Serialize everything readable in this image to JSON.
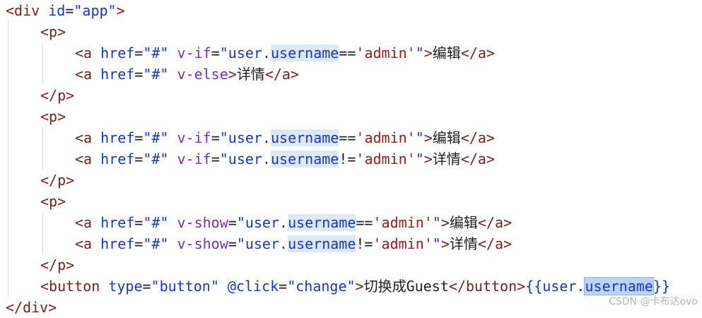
{
  "lines": [
    {
      "indent": 0,
      "segments": [
        {
          "t": "<div ",
          "c": "tag"
        },
        {
          "t": "id",
          "c": "attr"
        },
        {
          "t": "=",
          "c": "plain"
        },
        {
          "t": "\"app\"",
          "c": "str"
        },
        {
          "t": ">",
          "c": "tag"
        }
      ]
    },
    {
      "indent": 1,
      "segments": [
        {
          "t": "<p>",
          "c": "tag"
        }
      ]
    },
    {
      "indent": 2,
      "segments": [
        {
          "t": "<a ",
          "c": "tag"
        },
        {
          "t": "href",
          "c": "attr"
        },
        {
          "t": "=",
          "c": "plain"
        },
        {
          "t": "\"#\"",
          "c": "str"
        },
        {
          "t": " ",
          "c": "plain"
        },
        {
          "t": "v-if",
          "c": "dir"
        },
        {
          "t": "=",
          "c": "plain"
        },
        {
          "t": "\"user.",
          "c": "str"
        },
        {
          "t": "username",
          "c": "str",
          "hl": true
        },
        {
          "t": "==",
          "c": "plain"
        },
        {
          "t": "'admin'",
          "c": "sstr"
        },
        {
          "t": "\"",
          "c": "str"
        },
        {
          "t": ">",
          "c": "tag"
        },
        {
          "t": "编辑",
          "c": "plain"
        },
        {
          "t": "</a>",
          "c": "tag"
        }
      ]
    },
    {
      "indent": 2,
      "segments": [
        {
          "t": "<a ",
          "c": "tag"
        },
        {
          "t": "href",
          "c": "attr"
        },
        {
          "t": "=",
          "c": "plain"
        },
        {
          "t": "\"#\"",
          "c": "str"
        },
        {
          "t": " ",
          "c": "plain"
        },
        {
          "t": "v-else",
          "c": "dir"
        },
        {
          "t": ">",
          "c": "tag"
        },
        {
          "t": "详情",
          "c": "plain"
        },
        {
          "t": "</a>",
          "c": "tag"
        }
      ]
    },
    {
      "indent": 1,
      "segments": [
        {
          "t": "</p>",
          "c": "tag"
        }
      ]
    },
    {
      "indent": 1,
      "segments": [
        {
          "t": "<p>",
          "c": "tag"
        }
      ]
    },
    {
      "indent": 2,
      "segments": [
        {
          "t": "<a ",
          "c": "tag"
        },
        {
          "t": "href",
          "c": "attr"
        },
        {
          "t": "=",
          "c": "plain"
        },
        {
          "t": "\"#\"",
          "c": "str"
        },
        {
          "t": " ",
          "c": "plain"
        },
        {
          "t": "v-if",
          "c": "dir"
        },
        {
          "t": "=",
          "c": "plain"
        },
        {
          "t": "\"user.",
          "c": "str"
        },
        {
          "t": "username",
          "c": "str",
          "hl": true
        },
        {
          "t": "==",
          "c": "plain"
        },
        {
          "t": "'admin'",
          "c": "sstr"
        },
        {
          "t": "\"",
          "c": "str"
        },
        {
          "t": ">",
          "c": "tag"
        },
        {
          "t": "编辑",
          "c": "plain"
        },
        {
          "t": "</a>",
          "c": "tag"
        }
      ]
    },
    {
      "indent": 2,
      "segments": [
        {
          "t": "<a ",
          "c": "tag"
        },
        {
          "t": "href",
          "c": "attr"
        },
        {
          "t": "=",
          "c": "plain"
        },
        {
          "t": "\"#\"",
          "c": "str"
        },
        {
          "t": " ",
          "c": "plain"
        },
        {
          "t": "v-if",
          "c": "dir"
        },
        {
          "t": "=",
          "c": "plain"
        },
        {
          "t": "\"user.",
          "c": "str"
        },
        {
          "t": "username",
          "c": "str",
          "hl": true
        },
        {
          "t": "!=",
          "c": "plain"
        },
        {
          "t": "'admin'",
          "c": "sstr"
        },
        {
          "t": "\"",
          "c": "str"
        },
        {
          "t": ">",
          "c": "tag"
        },
        {
          "t": "详情",
          "c": "plain"
        },
        {
          "t": "</a>",
          "c": "tag"
        }
      ]
    },
    {
      "indent": 1,
      "segments": [
        {
          "t": "</p>",
          "c": "tag"
        }
      ]
    },
    {
      "indent": 1,
      "segments": [
        {
          "t": "<p>",
          "c": "tag"
        }
      ]
    },
    {
      "indent": 2,
      "segments": [
        {
          "t": "<a ",
          "c": "tag"
        },
        {
          "t": "href",
          "c": "attr"
        },
        {
          "t": "=",
          "c": "plain"
        },
        {
          "t": "\"#\"",
          "c": "str"
        },
        {
          "t": " ",
          "c": "plain"
        },
        {
          "t": "v-show",
          "c": "dir"
        },
        {
          "t": "=",
          "c": "plain"
        },
        {
          "t": "\"user.",
          "c": "str"
        },
        {
          "t": "username",
          "c": "str",
          "hl": true
        },
        {
          "t": "==",
          "c": "plain"
        },
        {
          "t": "'admin'",
          "c": "sstr"
        },
        {
          "t": "\"",
          "c": "str"
        },
        {
          "t": ">",
          "c": "tag"
        },
        {
          "t": "编辑",
          "c": "plain"
        },
        {
          "t": "</a>",
          "c": "tag"
        }
      ]
    },
    {
      "indent": 2,
      "segments": [
        {
          "t": "<a ",
          "c": "tag"
        },
        {
          "t": "href",
          "c": "attr"
        },
        {
          "t": "=",
          "c": "plain"
        },
        {
          "t": "\"#\"",
          "c": "str"
        },
        {
          "t": " ",
          "c": "plain"
        },
        {
          "t": "v-show",
          "c": "dir"
        },
        {
          "t": "=",
          "c": "plain"
        },
        {
          "t": "\"user.",
          "c": "str"
        },
        {
          "t": "username",
          "c": "str",
          "hl": true
        },
        {
          "t": "!=",
          "c": "plain"
        },
        {
          "t": "'admin'",
          "c": "sstr"
        },
        {
          "t": "\"",
          "c": "str"
        },
        {
          "t": ">",
          "c": "tag"
        },
        {
          "t": "详情",
          "c": "plain"
        },
        {
          "t": "</a>",
          "c": "tag"
        }
      ]
    },
    {
      "indent": 1,
      "segments": [
        {
          "t": "</p>",
          "c": "tag"
        }
      ]
    },
    {
      "indent": 1,
      "segments": [
        {
          "t": "<button ",
          "c": "tag"
        },
        {
          "t": "type",
          "c": "attr"
        },
        {
          "t": "=",
          "c": "plain"
        },
        {
          "t": "\"button\"",
          "c": "str"
        },
        {
          "t": " ",
          "c": "plain"
        },
        {
          "t": "@click",
          "c": "attr"
        },
        {
          "t": "=",
          "c": "plain"
        },
        {
          "t": "\"change\"",
          "c": "str"
        },
        {
          "t": ">",
          "c": "tag"
        },
        {
          "t": "切换成Guest",
          "c": "plain"
        },
        {
          "t": "</button>",
          "c": "tag"
        },
        {
          "t": "{{user.",
          "c": "str"
        },
        {
          "t": "username",
          "c": "str",
          "hl": "strong"
        },
        {
          "t": "}}",
          "c": "str"
        }
      ]
    },
    {
      "indent": 0,
      "segments": [
        {
          "t": "</div>",
          "c": "tag"
        }
      ]
    }
  ],
  "watermark": "CSDN @卡布达ovo",
  "colors": {
    "tag": "#7a2020",
    "attr": "#1a34c9",
    "string": "#1a34c9",
    "single_quoted": "#a31515",
    "directive": "#7b2fa8",
    "highlight": "#dbe9fb"
  }
}
